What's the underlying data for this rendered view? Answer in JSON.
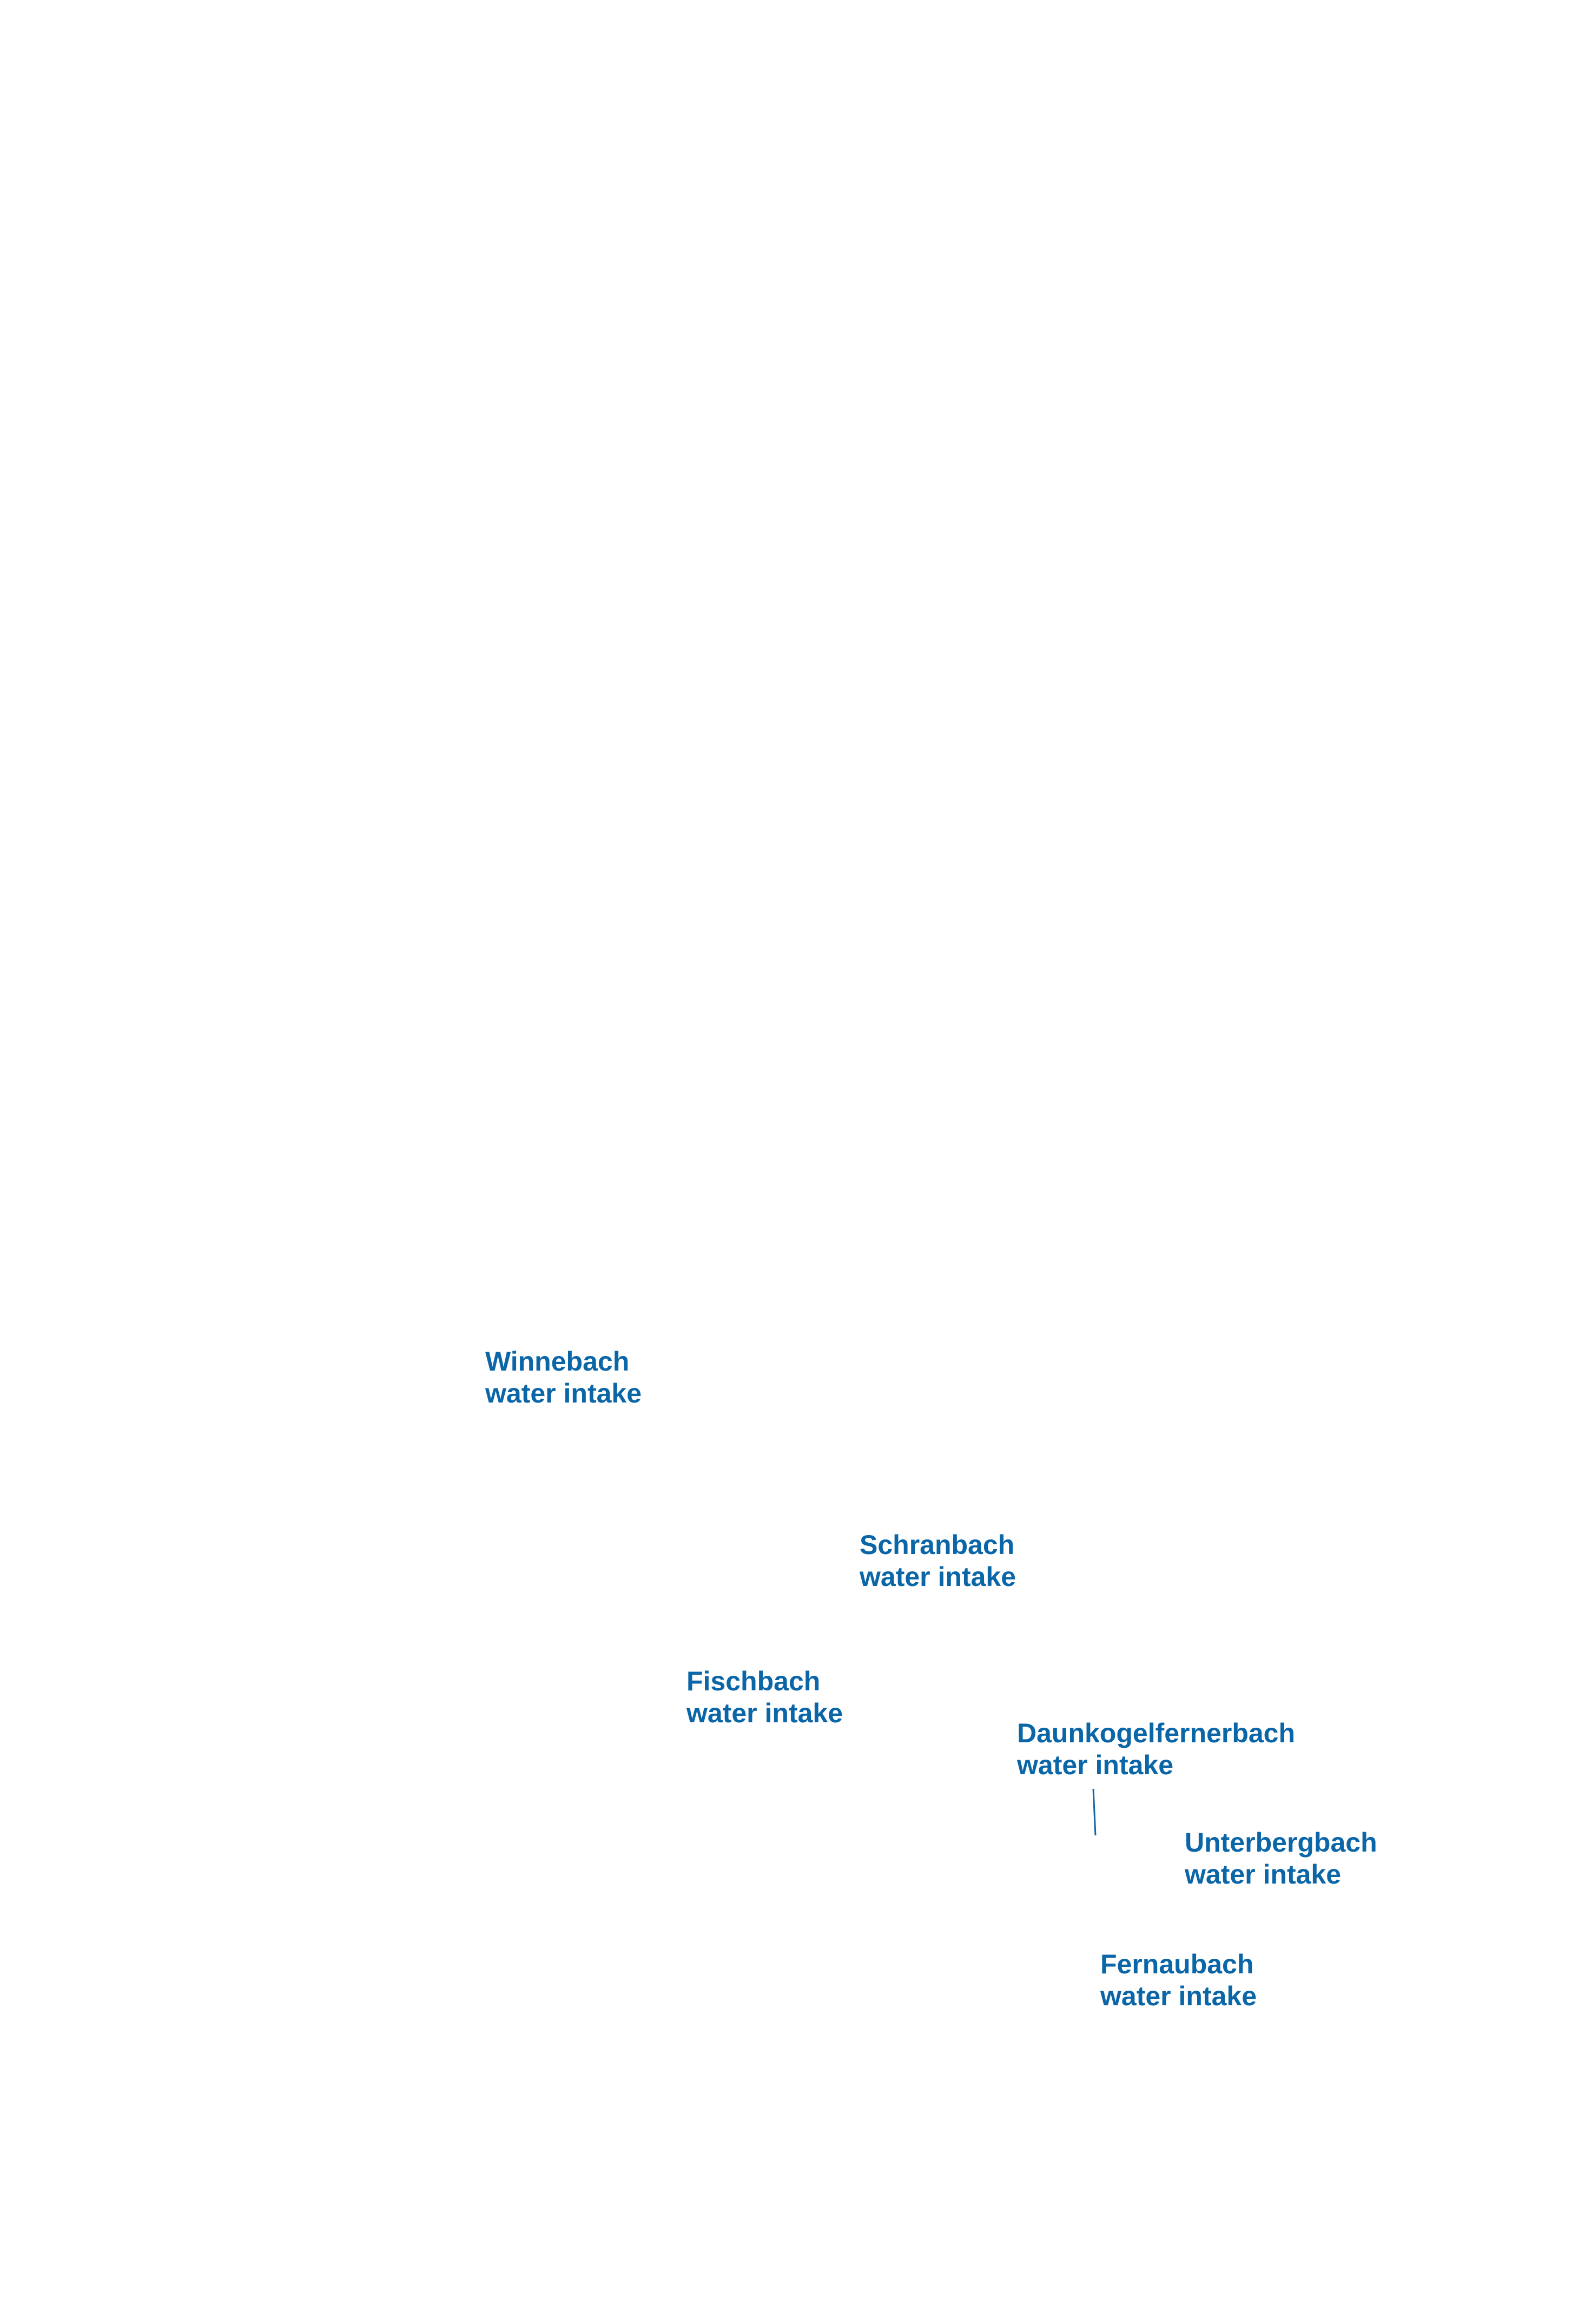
{
  "map": {
    "label_color": "#0b66a8",
    "intakes": [
      {
        "id": "winnebach",
        "name": "Winnebach",
        "type": "water intake"
      },
      {
        "id": "schranbach",
        "name": "Schranbach",
        "type": "water intake"
      },
      {
        "id": "fischbach",
        "name": "Fischbach",
        "type": "water intake"
      },
      {
        "id": "daunkogelfernerbach",
        "name": "Daunkogelfernerbach",
        "type": "water intake"
      },
      {
        "id": "unterbergbach",
        "name": "Unterbergbach",
        "type": "water intake"
      },
      {
        "id": "fernaubach",
        "name": "Fernaubach",
        "type": "water intake"
      }
    ]
  }
}
